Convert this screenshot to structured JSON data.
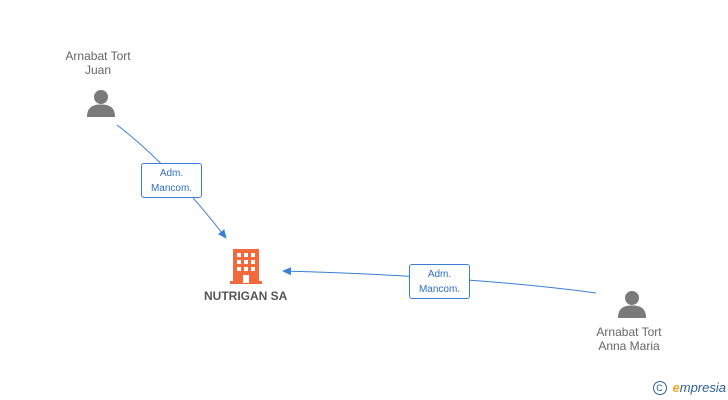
{
  "nodes": {
    "person_top": {
      "line1": "Arnabat Tort",
      "line2": "Juan"
    },
    "person_right": {
      "line1": "Arnabat Tort",
      "line2": "Anna Maria"
    },
    "company": {
      "name": "NUTRIGAN SA"
    }
  },
  "edges": [
    {
      "line1": "Adm.",
      "line2": "Mancom."
    },
    {
      "line1": "Adm.",
      "line2": "Mancom."
    }
  ],
  "brand": {
    "copyright": "C",
    "e_mark": "e",
    "rest": "mpresia"
  },
  "colors": {
    "edge": "#3a7fd5",
    "person": "#7a7a7a",
    "company": "#f26a3c"
  },
  "icons": {
    "person": "person-icon",
    "company": "building-icon"
  }
}
